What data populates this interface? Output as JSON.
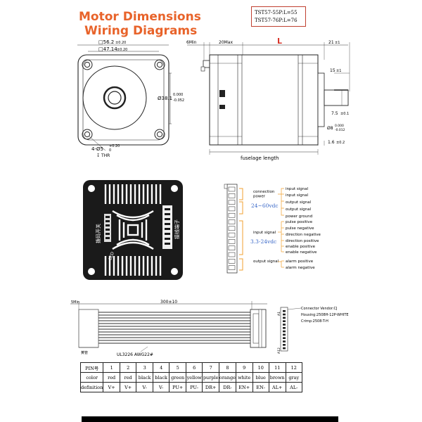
{
  "titles": {
    "line1": "Motor Dimensions",
    "line2": "Wiring Diagrams"
  },
  "models": {
    "line1": "TST57-55P:L=55",
    "line2": "TST57-76P:L=76"
  },
  "front_view": {
    "dim_outer": "□56.2",
    "dim_outer_tol": "±0.20",
    "dim_hole_spacing": "□47.14",
    "dim_hole_spacing_tol": "±0.20",
    "dim_boss": "Ø38.1",
    "dim_boss_tol_up": "0.000",
    "dim_boss_tol_down": "-0.052",
    "dim_holes": "4-Ø5",
    "dim_holes_tol_up": "+0.20",
    "dim_holes_tol_down": "0",
    "dim_holes_thr": "THR"
  },
  "side_view": {
    "dim_6min": "6Min",
    "dim_20max": "20Max",
    "dim_L": "L",
    "dim_21": "21",
    "dim_21_tol": "±1",
    "dim_15": "15",
    "dim_15_tol": "±1",
    "dim_7_5": "7.5",
    "dim_7_5_tol": "±0.1",
    "dim_shaft": "Ø8",
    "dim_shaft_tol_up": "0.000",
    "dim_shaft_tol_down": "-0.012",
    "dim_1_6": "1.6",
    "dim_1_6_tol": "±0.2",
    "label_fuselage": "fuselage length"
  },
  "driver": {
    "label_dip": "拨码开关",
    "label_terminal": "接线端子",
    "label_led": "LED"
  },
  "wiring_groups": {
    "connection_power": "connection\npower",
    "power_voltage": "24~60vdc",
    "input_signal": "input signal",
    "input_voltage": "3.3-24vdc",
    "output_signal": "output signal"
  },
  "pin_signals": [
    "input signal",
    "input signal",
    "output signal",
    "output signal",
    "power ground",
    "pulse positive",
    "pulse negative",
    "direction negative",
    "direction positive",
    "enable positive",
    "enable negative",
    "alarm positive",
    "alarm negative"
  ],
  "cable": {
    "dim_5min": "5Min",
    "dim_length": "300±10",
    "label_shield": "黄管",
    "wire_spec": "UL3226 AWG22#",
    "connector_vendor": "Connector Vendor:CJ",
    "connector_housing": "Housing:2508H-12P-WHITE",
    "connector_crimp": "Crimp:2508-T-H",
    "pin_a1": "A1",
    "pin_a12": "A12"
  },
  "pin_table": {
    "header_row": "PIN号",
    "color_row": "color",
    "definition_row": "definition",
    "pins": [
      "1",
      "2",
      "3",
      "4",
      "5",
      "6",
      "7",
      "8",
      "9",
      "10",
      "11",
      "12"
    ],
    "colors": [
      "red",
      "red",
      "black",
      "black",
      "green",
      "yellow",
      "purple",
      "orange",
      "white",
      "blue",
      "brown",
      "gray"
    ],
    "definitions": [
      "V+",
      "V+",
      "V-",
      "V-",
      "PU+",
      "PU-",
      "DR+",
      "DR-",
      "EN+",
      "EN-",
      "AL+",
      "AL-"
    ]
  },
  "colors": {
    "title_orange": "#e8632a",
    "accent_orange": "#f0a030",
    "voltage_blue": "#3a68c8",
    "dimension_red": "#d8352a"
  }
}
